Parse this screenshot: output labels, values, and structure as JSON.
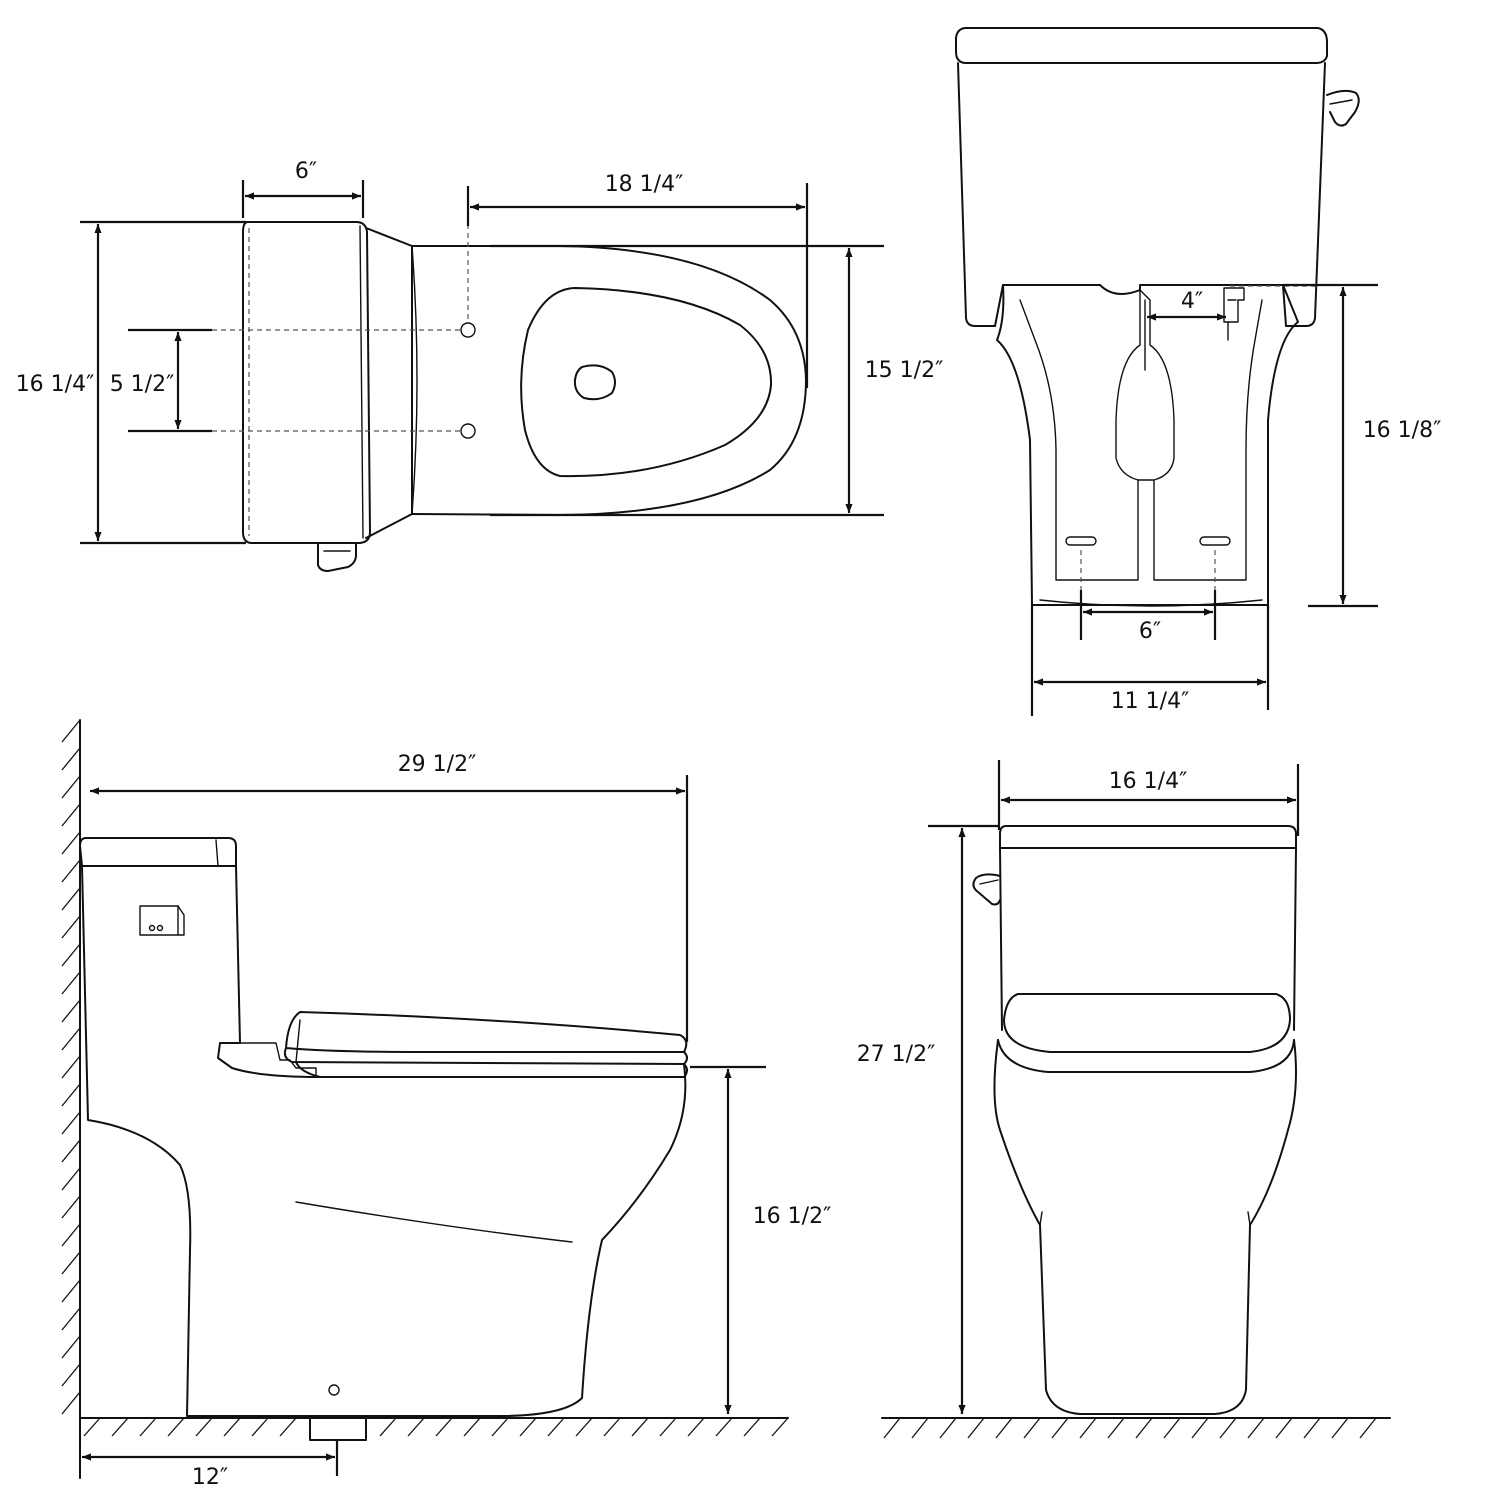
{
  "top_view": {
    "tank_depth": "6″",
    "bowl_length": "18 1/4″",
    "overall_width": "16 1/4″",
    "bolt_spacing": "5 1/2″",
    "bowl_width": "15 1/2″"
  },
  "rear_view": {
    "supply_offset": "4″",
    "base_height": "16 1/8″",
    "bolt_spacing": "6″",
    "base_width": "11 1/4″"
  },
  "side_view": {
    "overall_length": "29 1/2″",
    "seat_height": "16 1/2″",
    "rough_in": "12″"
  },
  "front_view": {
    "tank_width": "16 1/4″",
    "overall_height": "27 1/2″"
  }
}
